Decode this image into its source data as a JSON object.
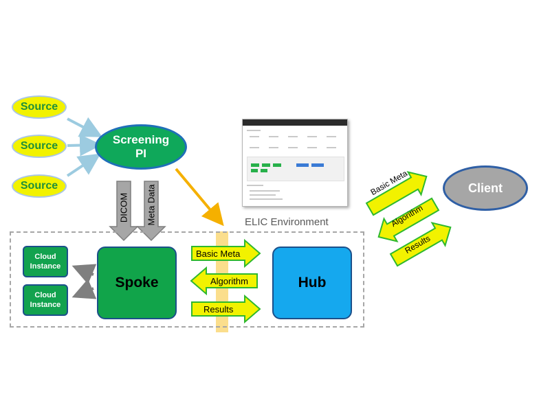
{
  "sources": [
    "Source",
    "Source",
    "Source"
  ],
  "screening": {
    "line1": "Screening",
    "line2": "PI"
  },
  "channels": {
    "dicom": "DICOM",
    "meta": "Meta Data"
  },
  "environment": {
    "label": "ELIC Environment"
  },
  "cloud": [
    {
      "line1": "Cloud",
      "line2": "Instance"
    },
    {
      "line1": "Cloud",
      "line2": "Instance"
    }
  ],
  "spoke": "Spoke",
  "hub": "Hub",
  "flows": {
    "basic_meta": "Basic Meta",
    "algorithm": "Algorithm",
    "results": "Results"
  },
  "client_flows": {
    "basic_meta": "Basic Meta",
    "algorithm": "Algorithm",
    "results": "Results"
  },
  "client": "Client",
  "colors": {
    "source_fill": "#f2f200",
    "green": "#11a44a",
    "hub_blue": "#15a8ee",
    "arrow_yellow_fill": "#f2f200",
    "arrow_green_border": "#2eb82e",
    "orange": "#f5b000",
    "light_blue_arrow": "#9ccbe0",
    "gray": "#a6a6a6"
  }
}
